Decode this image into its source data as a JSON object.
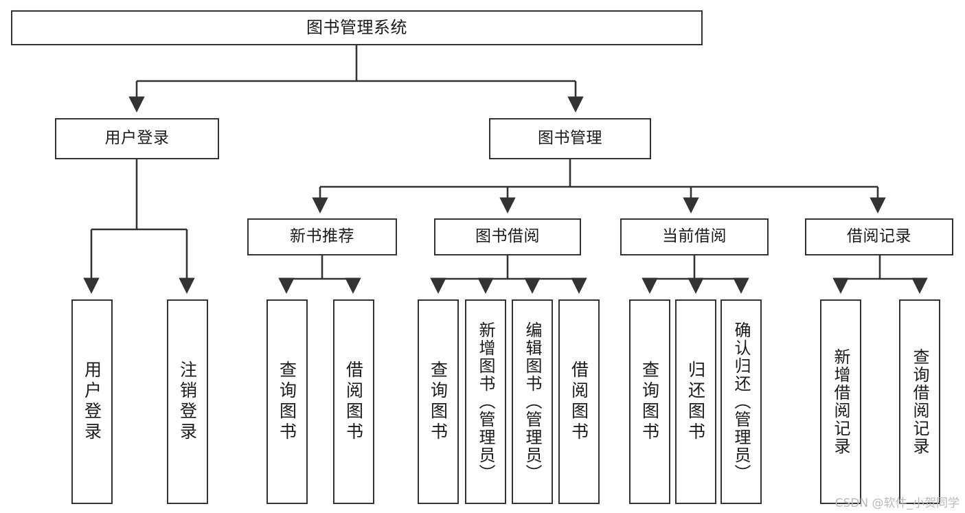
{
  "diagram": {
    "type": "tree-hierarchy-chart",
    "title": "图书管理系统",
    "orientation": "top-down",
    "stroke_color": "#333333",
    "fill_color": "#ffffff",
    "text_color": "#1a1a1a"
  },
  "nodes": {
    "root": {
      "label": "图书管理系统",
      "level": 1
    },
    "level2": [
      {
        "id": "user-login",
        "label": "用户登录"
      },
      {
        "id": "book-management",
        "label": "图书管理"
      }
    ],
    "level3": [
      {
        "id": "new-book-recommend",
        "label": "新书推荐"
      },
      {
        "id": "book-borrow",
        "label": "图书借阅"
      },
      {
        "id": "current-borrow",
        "label": "当前借阅"
      },
      {
        "id": "borrow-record",
        "label": "借阅记录"
      }
    ],
    "leaves": {
      "user_login": [
        {
          "id": "leaf-user-login",
          "label": "用户登录"
        },
        {
          "id": "leaf-logout-login",
          "label": "注销登录"
        }
      ],
      "new_book_recommend": [
        {
          "id": "leaf-query-book-1",
          "label": "查询图书"
        },
        {
          "id": "leaf-borrow-book-1",
          "label": "借阅图书"
        }
      ],
      "book_borrow": [
        {
          "id": "leaf-query-book-2",
          "label": "查询图书"
        },
        {
          "id": "leaf-add-book",
          "label": "新增图书（管理员）"
        },
        {
          "id": "leaf-edit-book",
          "label": "编辑图书（管理员）"
        },
        {
          "id": "leaf-borrow-book-2",
          "label": "借阅图书"
        }
      ],
      "current_borrow": [
        {
          "id": "leaf-query-book-3",
          "label": "查询图书"
        },
        {
          "id": "leaf-return-book",
          "label": "归还图书"
        },
        {
          "id": "leaf-confirm-return",
          "label": "确认归还（管理员）"
        }
      ],
      "borrow_record": [
        {
          "id": "leaf-add-borrow-record",
          "label": "新增借阅记录"
        },
        {
          "id": "leaf-query-borrow-record",
          "label": "查询借阅记录"
        }
      ]
    }
  },
  "watermark": {
    "text": "CSDN @软件_小贺同学"
  }
}
